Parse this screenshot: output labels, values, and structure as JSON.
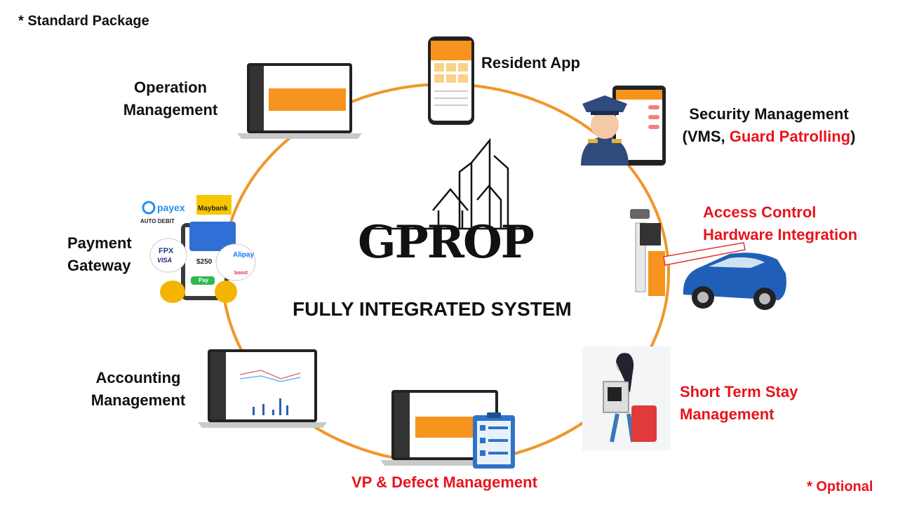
{
  "notes": {
    "standard": "* Standard Package",
    "optional": "* Optional"
  },
  "brand": {
    "logo": "GPROP",
    "tagline": "FULLY INTEGRATED SYSTEM"
  },
  "modules": {
    "resident_app": "Resident App",
    "operation": {
      "line1": "Operation",
      "line2": "Management"
    },
    "security": {
      "line1": "Security Management",
      "open": "(VMS, ",
      "optional_part": "Guard Patrolling",
      "close": ")"
    },
    "access": {
      "line1": "Access Control",
      "line2": "Hardware Integration"
    },
    "payment": {
      "line1": "Payment",
      "line2": "Gateway"
    },
    "accounting": {
      "line1": "Accounting",
      "line2": "Management"
    },
    "short_stay": {
      "line1": "Short Term Stay",
      "line2": "Management"
    },
    "vp_defect": "VP & Defect Management"
  },
  "payment_art": {
    "payex": "payex",
    "auto_debit": "AUTO DEBIT",
    "maybank": "Maybank",
    "fpx": "FPX",
    "visa": "VISA",
    "alipay": "Alipay",
    "boost": "boost",
    "amount": "$250",
    "pay": "Pay"
  },
  "colors": {
    "ring": "#f0962a",
    "optional_text": "#e8141c",
    "text": "#111111",
    "orange": "#f7941d"
  }
}
